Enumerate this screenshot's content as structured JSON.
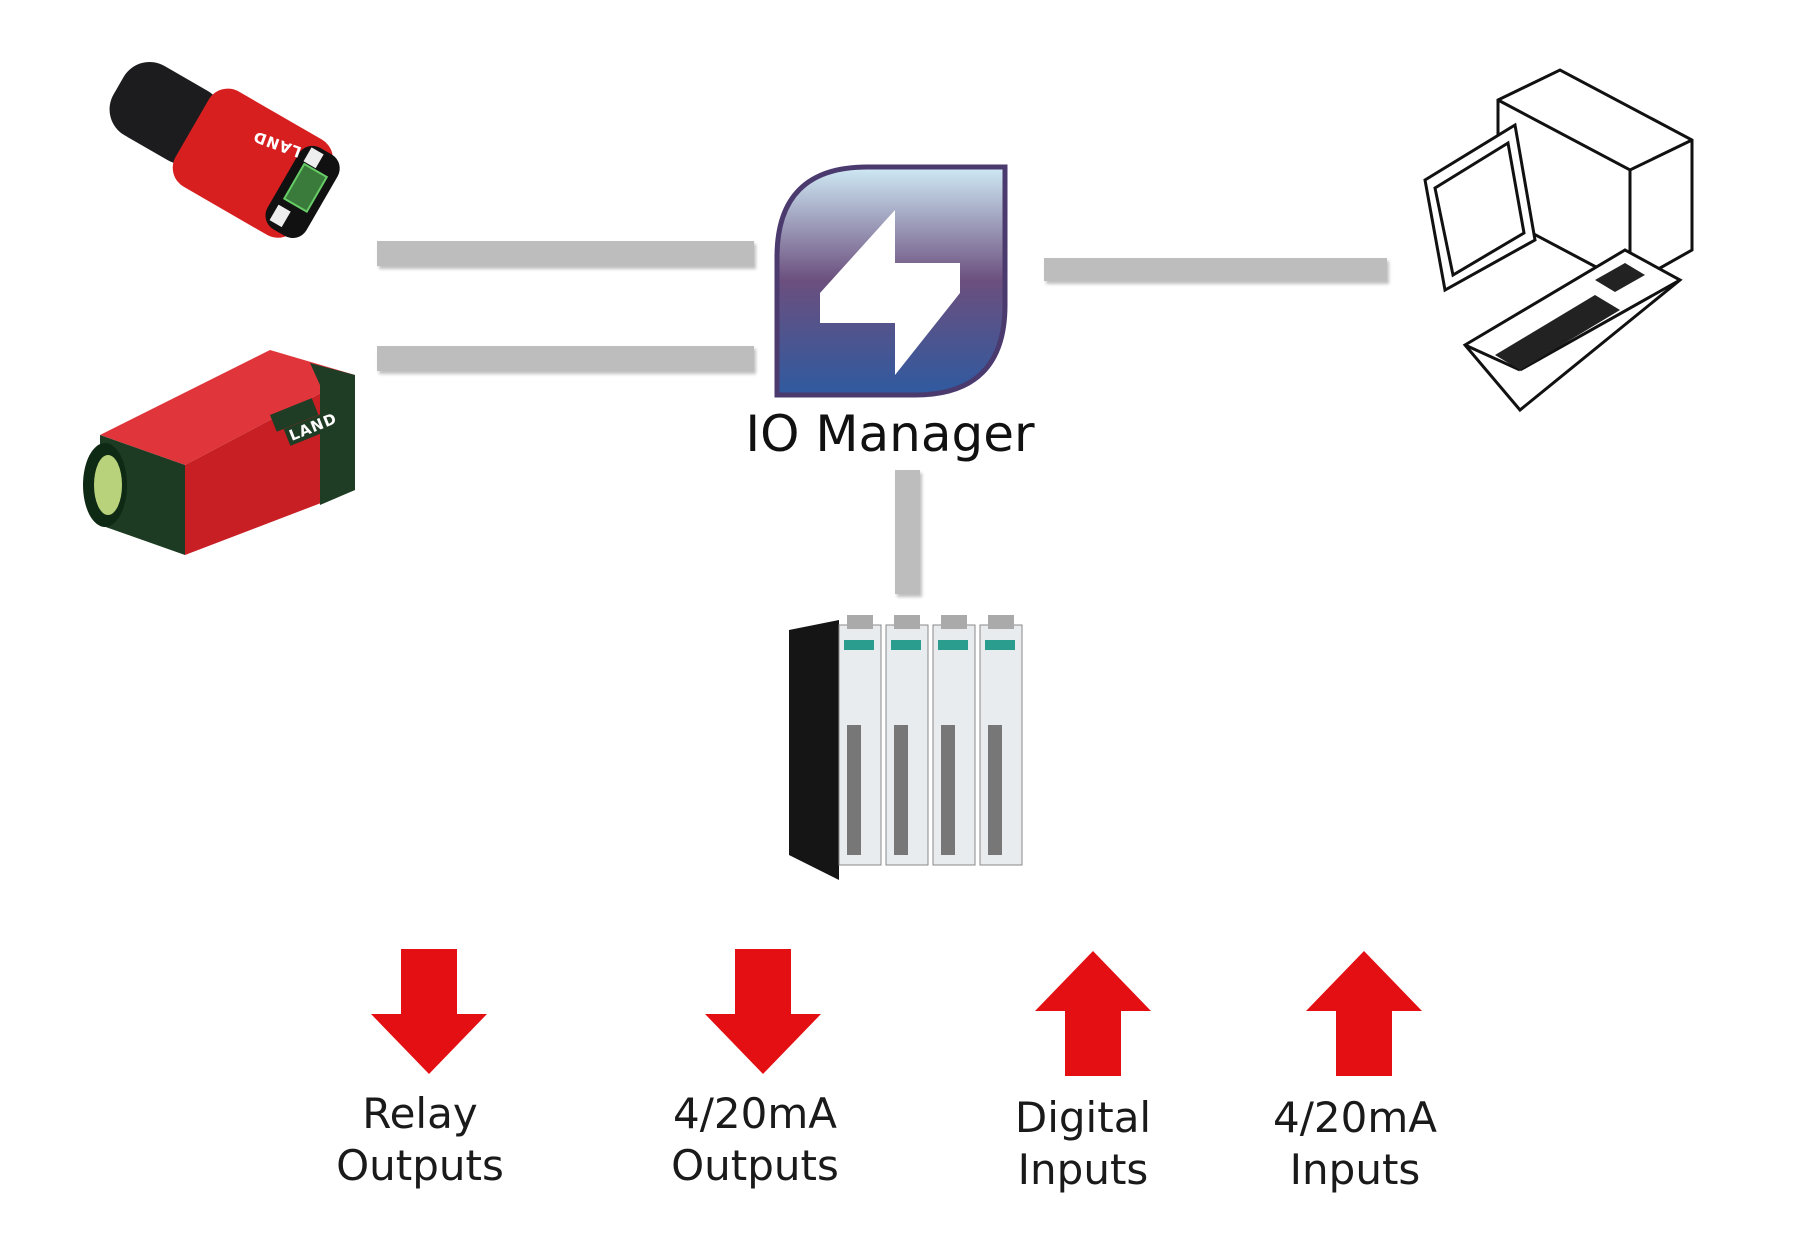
{
  "center": {
    "title": "IO Manager",
    "icon": "io-manager-logo"
  },
  "devices": {
    "pyrometer": {
      "icon": "pyrometer-device",
      "brand": "LAND"
    },
    "thermal_camera": {
      "icon": "thermal-camera-device",
      "brand": "LAND"
    },
    "computer": {
      "icon": "desktop-computer"
    },
    "io_modules": {
      "icon": "io-module-rack"
    }
  },
  "signals": [
    {
      "line1": "Relay",
      "line2": "Outputs",
      "direction": "down"
    },
    {
      "line1": "4/20mA",
      "line2": "Outputs",
      "direction": "down"
    },
    {
      "line1": "Digital",
      "line2": "Inputs",
      "direction": "up"
    },
    {
      "line1": "4/20mA",
      "line2": "Inputs",
      "direction": "up"
    }
  ],
  "colors": {
    "arrow": "#e30f13",
    "connector": "#bdbdbd",
    "logo_top": "#c9e6f3",
    "logo_bottom": "#2f5aa0",
    "logo_border": "#4a3a6e"
  }
}
